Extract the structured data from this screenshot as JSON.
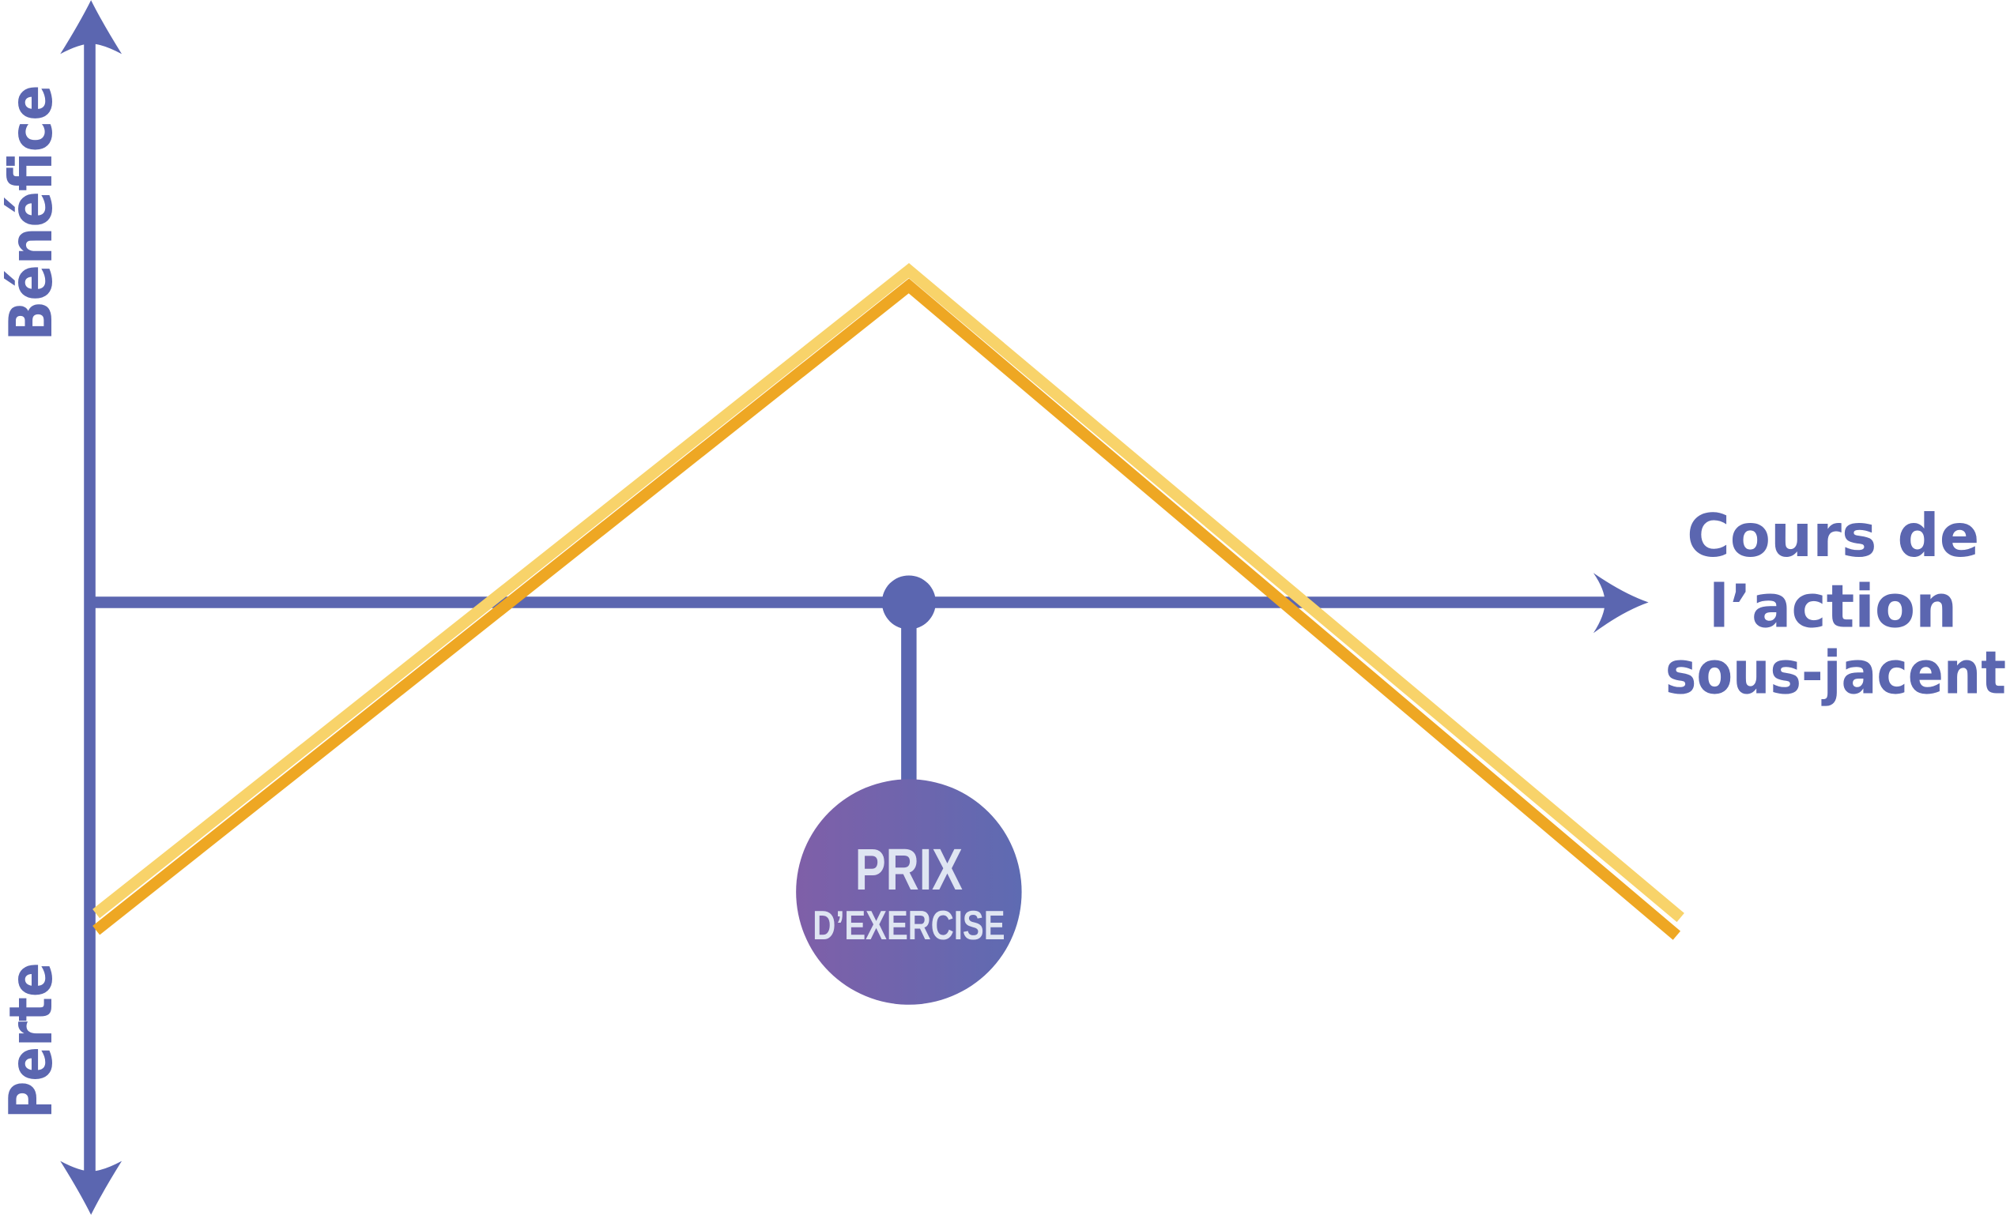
{
  "diagram": {
    "y_axis_top_label": "Bénéfice",
    "y_axis_bottom_label": "Perte",
    "x_axis_label_lines": [
      "Cours de",
      "l’action",
      "sous-jacent"
    ],
    "strike_badge": {
      "line1": "PRIX",
      "line2": "D’EXERCISE"
    }
  },
  "colors": {
    "axis": "#5b66b0",
    "payoff_main": "#eea723",
    "payoff_highlight": "#f8d36a",
    "badge_gradient_start": "#7f5fa8",
    "badge_gradient_end": "#5e6bb2",
    "badge_text": "#dfe5f2"
  }
}
